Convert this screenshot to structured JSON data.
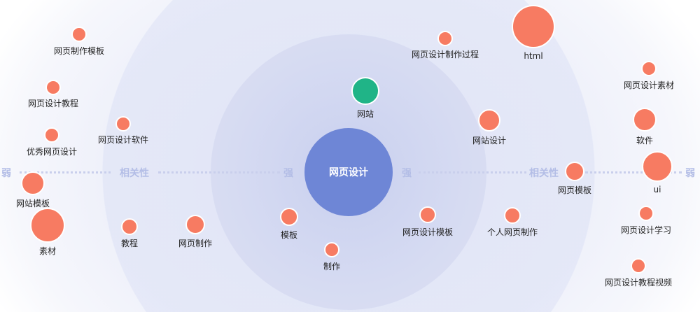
{
  "colors": {
    "keyword": "#f77b62",
    "highlight": "#20b487",
    "center": "#6e86d6"
  },
  "center": {
    "label": "网页设计"
  },
  "axis": {
    "weak": "弱",
    "relevance": "相关性",
    "strong": "强"
  },
  "keywords": [
    {
      "label": "网页制作模板"
    },
    {
      "label": "网页设计教程"
    },
    {
      "label": "优秀网页设计"
    },
    {
      "label": "网站模板"
    },
    {
      "label": "素材"
    },
    {
      "label": "网页设计软件"
    },
    {
      "label": "教程"
    },
    {
      "label": "网页制作"
    },
    {
      "label": "网站",
      "highlight": true
    },
    {
      "label": "模板"
    },
    {
      "label": "制作"
    },
    {
      "label": "网页设计制作过程"
    },
    {
      "label": "html"
    },
    {
      "label": "网站设计"
    },
    {
      "label": "网页设计模板"
    },
    {
      "label": "个人网页制作"
    },
    {
      "label": "网页模板"
    },
    {
      "label": "网页设计素材"
    },
    {
      "label": "软件"
    },
    {
      "label": "ui"
    },
    {
      "label": "网页设计学习"
    },
    {
      "label": "网页设计教程视频"
    }
  ]
}
